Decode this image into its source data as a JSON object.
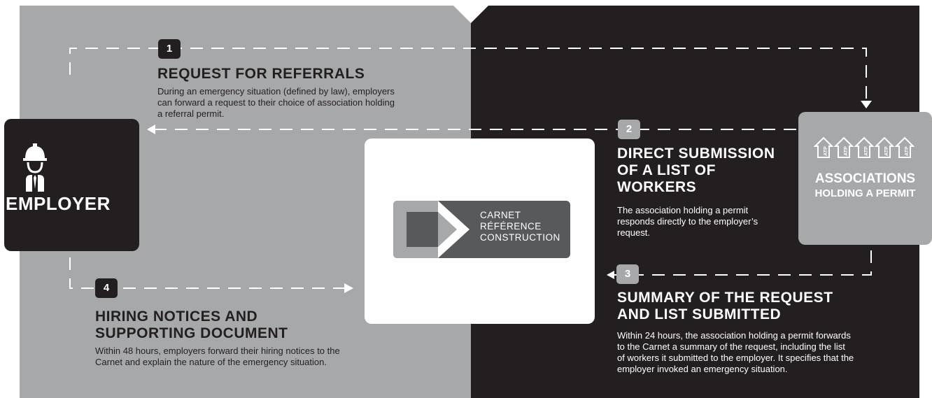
{
  "colors": {
    "light_panel": "#a7a8aa",
    "dark_panel": "#231f20",
    "arrow": "#ffffff"
  },
  "employer": {
    "label": "EMPLOYER",
    "icon": "construction-worker-icon"
  },
  "associations": {
    "line1": "ASSOCIATIONS",
    "line2": "HOLDING A PERMIT",
    "icon": "atp-house-icon"
  },
  "carnet": {
    "line1": "CARNET",
    "line2": "RÉFÉRENCE",
    "line3": "CONSTRUCTION"
  },
  "steps": [
    {
      "number": "1",
      "title": "REQUEST FOR REFERRALS",
      "desc": [
        "During an emergency situation (defined by law), employers",
        "can forward a request to their choice of association holding",
        "a referral permit."
      ]
    },
    {
      "number": "2",
      "title": [
        "DIRECT SUBMISSION",
        "OF A LIST OF",
        "WORKERS"
      ],
      "desc": [
        "The association holding a permit",
        "responds directly to the employer’s",
        "request."
      ]
    },
    {
      "number": "3",
      "title": [
        "SUMMARY OF THE REQUEST",
        "AND LIST SUBMITTED"
      ],
      "desc": [
        "Within 24 hours, the association holding a permit forwards",
        "to the Carnet a summary of the request, including the list",
        "of workers it submitted to the employer. It specifies that the",
        "employer invoked an emergency situation."
      ]
    },
    {
      "number": "4",
      "title": [
        "HIRING NOTICES AND",
        "SUPPORTING DOCUMENT"
      ],
      "desc": [
        "Within 48 hours, employers forward their hiring notices to the",
        "Carnet and explain the nature of the emergency situation."
      ]
    }
  ]
}
